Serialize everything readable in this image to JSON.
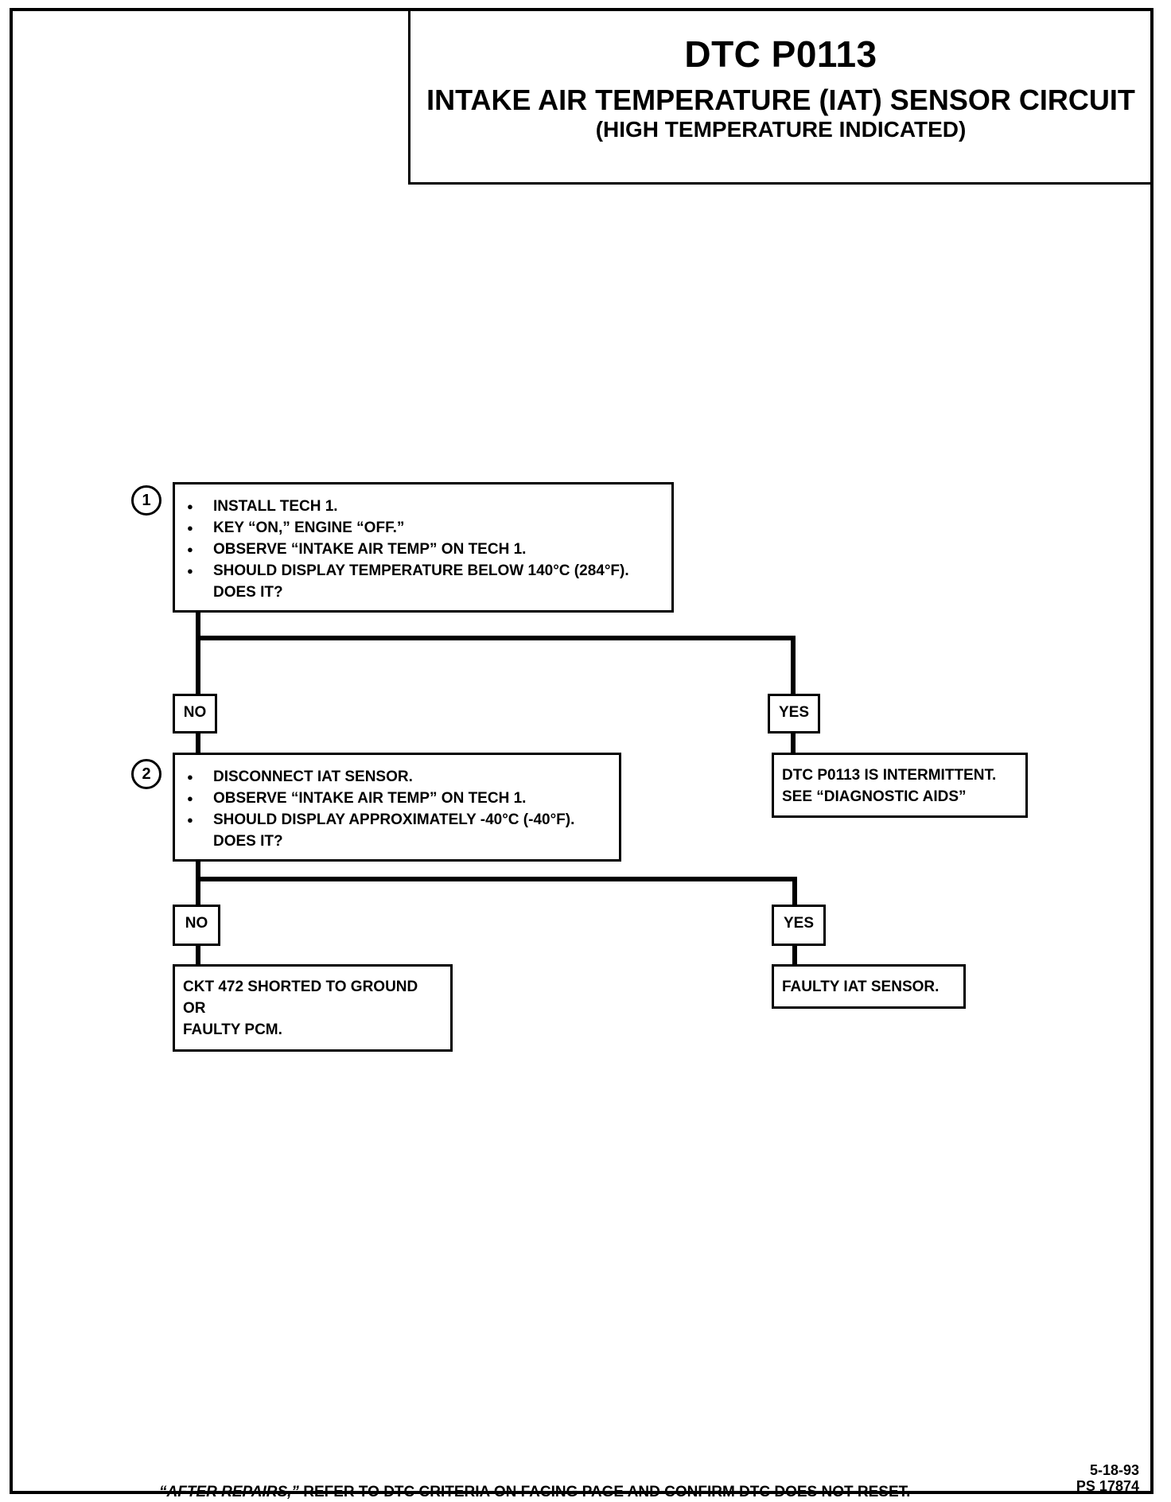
{
  "header": {
    "code": "DTC P0113",
    "title": "INTAKE AIR TEMPERATURE (IAT) SENSOR CIRCUIT",
    "subtitle": "(HIGH TEMPERATURE INDICATED)"
  },
  "step1": {
    "number": "1",
    "bullets": [
      "INSTALL TECH 1.",
      "KEY “ON,” ENGINE “OFF.”",
      "OBSERVE “INTAKE  AIR TEMP” ON TECH 1.",
      "SHOULD DISPLAY TEMPERATURE BELOW 140°C (284°F)."
    ],
    "question": "DOES IT?"
  },
  "branch1": {
    "no_label": "NO",
    "yes_label": "YES",
    "yes_result": [
      "DTC P0113 IS INTERMITTENT.",
      "SEE “DIAGNOSTIC AIDS”"
    ]
  },
  "step2": {
    "number": "2",
    "bullets": [
      "DISCONNECT IAT SENSOR.",
      "OBSERVE “INTAKE  AIR TEMP” ON TECH 1.",
      "SHOULD DISPLAY APPROXIMATELY -40°C (-40°F)."
    ],
    "question": "DOES IT?"
  },
  "branch2": {
    "no_label": "NO",
    "yes_label": "YES",
    "no_result": [
      "CKT 472 SHORTED TO GROUND",
      "OR",
      "FAULTY PCM."
    ],
    "yes_result": "FAULTY IAT SENSOR."
  },
  "footer": {
    "after_repairs": "“AFTER REPAIRS,”",
    "note": " REFER TO DTC CRITERIA ON FACING PAGE AND CONFIRM DTC DOES NOT RESET.",
    "date": "5-18-93",
    "ref": "PS 17874"
  }
}
